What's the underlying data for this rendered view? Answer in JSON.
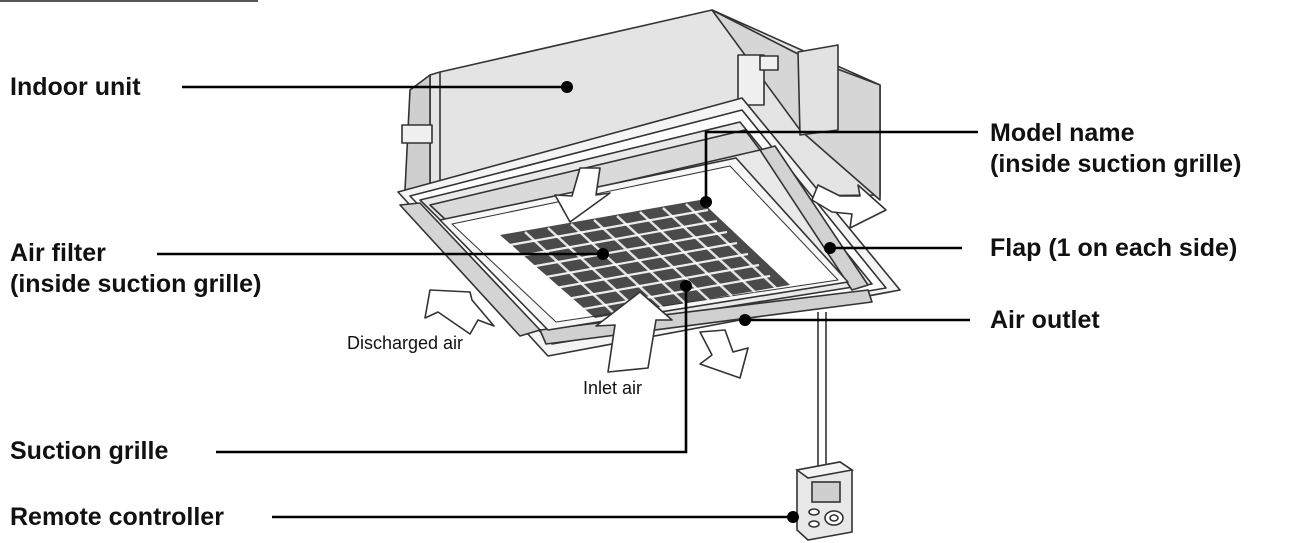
{
  "labels": {
    "indoor_unit": "Indoor unit",
    "air_filter": [
      "Air filter",
      "(inside suction grille)"
    ],
    "suction_grille": "Suction grille",
    "remote_controller": "Remote controller",
    "model_name": [
      "Model name",
      "(inside suction grille)"
    ],
    "flap": "Flap (1 on each side)",
    "air_outlet": "Air outlet"
  },
  "annotations": {
    "discharged_air": "Discharged air",
    "inlet_air": "Inlet air"
  }
}
